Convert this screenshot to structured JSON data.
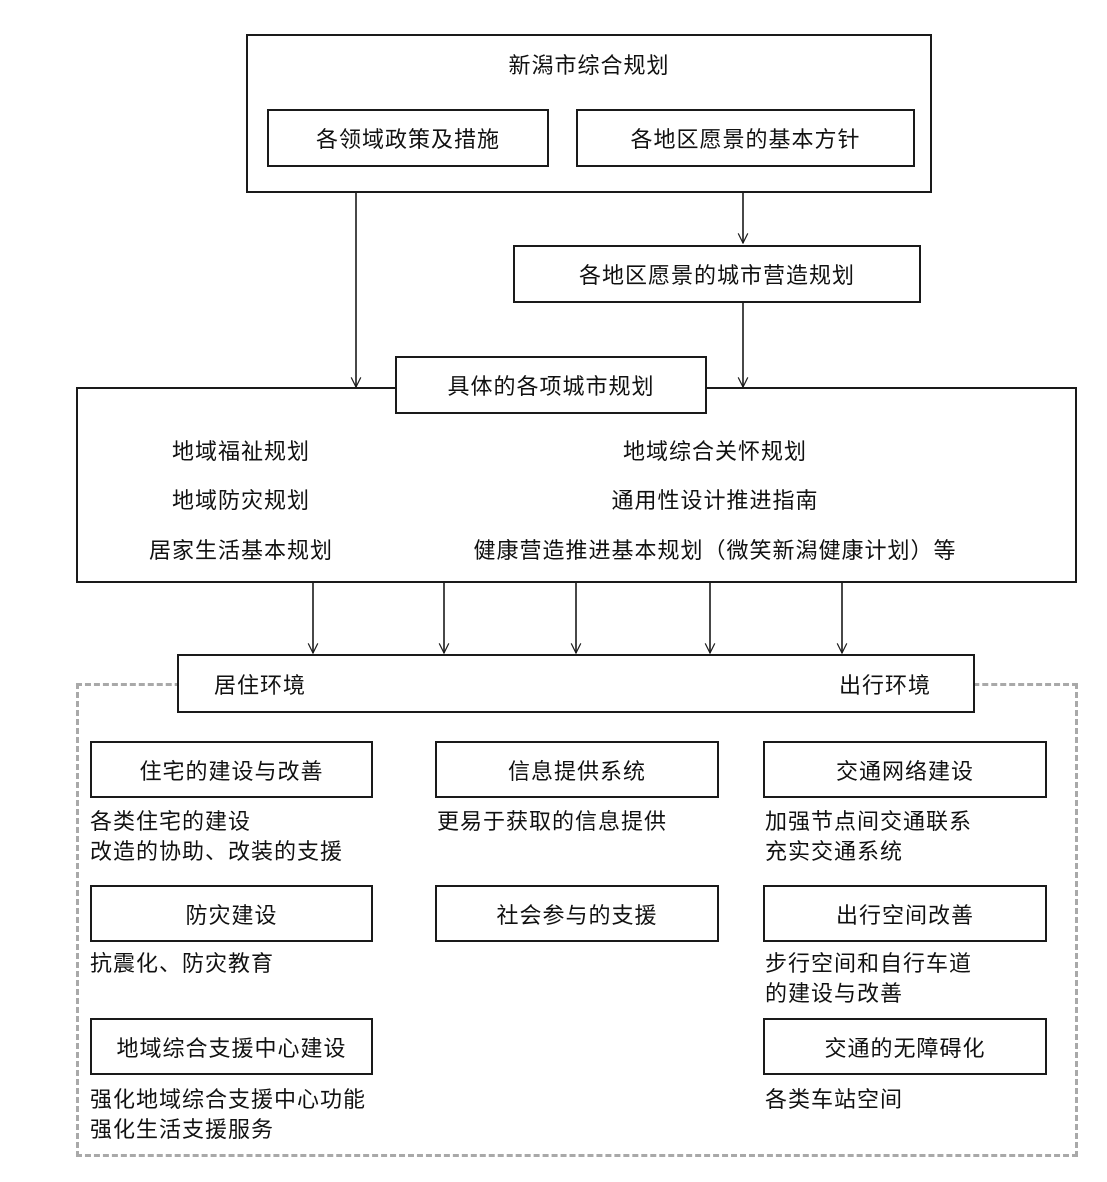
{
  "top_plan": {
    "title": "新潟市综合规划",
    "left_box": "各领域政策及措施",
    "right_box": "各地区愿景的基本方针"
  },
  "district_plan": "各地区愿景的城市营造规划",
  "specific_plans": {
    "title": "具体的各项城市规划",
    "left_items": [
      "地域福祉规划",
      "地域防灾规划",
      "居家生活基本规划"
    ],
    "right_items": [
      "地域综合关怀规划",
      "通用性设计推进指南",
      "健康营造推进基本规划（微笑新潟健康计划）等"
    ]
  },
  "environment_bar": {
    "left": "居住环境",
    "right": "出行环境"
  },
  "measures": [
    {
      "title": "住宅的建设与改善",
      "desc": [
        "各类住宅的建设",
        "改造的协助、改装的支援"
      ]
    },
    {
      "title": "信息提供系统",
      "desc": [
        "更易于获取的信息提供"
      ]
    },
    {
      "title": "交通网络建设",
      "desc": [
        "加强节点间交通联系",
        "充实交通系统"
      ]
    },
    {
      "title": "防灾建设",
      "desc": [
        "抗震化、防灾教育"
      ]
    },
    {
      "title": "社会参与的支援",
      "desc": []
    },
    {
      "title": "出行空间改善",
      "desc": [
        "步行空间和自行车道",
        "的建设与改善"
      ]
    },
    {
      "title": "地域综合支援中心建设",
      "desc": [
        "强化地域综合支援中心功能",
        "强化生活支援服务"
      ]
    },
    {
      "title": "交通的无障碍化",
      "desc": [
        "各类车站空间"
      ]
    }
  ]
}
